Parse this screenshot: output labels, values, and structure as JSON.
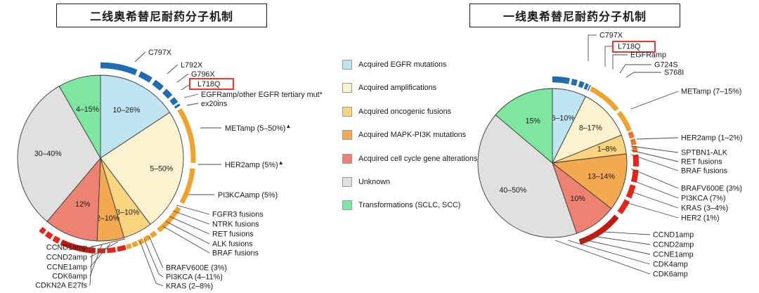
{
  "titles": {
    "left": "二线奥希替尼耐药分子机制",
    "right": "一线奥希替尼耐药分子机制"
  },
  "legend": {
    "items": [
      {
        "label": "Acquired EGFR mutations",
        "color": "#BFE4F2"
      },
      {
        "label": "Acquired amplifications",
        "color": "#FBF3D0"
      },
      {
        "label": "Acquired oncogenic fusions",
        "color": "#F8D57E"
      },
      {
        "label": "Acquired MAPK-PI3K mutations",
        "color": "#F2A950"
      },
      {
        "label": "Acquired cell cycle gene alterations",
        "color": "#EE8272"
      },
      {
        "label": "Unknown",
        "color": "#E0E0E0"
      },
      {
        "label": "Transformations (SCLC, SCC)",
        "color": "#7FE6A0"
      }
    ]
  },
  "chart_data": [
    {
      "type": "pie",
      "title": "二线奥希替尼耐药分子机制",
      "id": "second-line",
      "categories": [
        "Acquired EGFR mutations",
        "Acquired amplifications",
        "Acquired oncogenic fusions",
        "Acquired MAPK-PI3K mutations",
        "Acquired cell cycle gene alterations",
        "Unknown",
        "Transformations (SCLC, SCC)"
      ],
      "values": [
        18,
        27.5,
        6.5,
        6,
        12,
        35,
        9.5
      ],
      "slice_labels": [
        "10–26%",
        "5–50%",
        "3–10%",
        "2–10%",
        "12%",
        "30–40%",
        "4–15%"
      ],
      "colors": [
        "#BFE4F2",
        "#FBF3D0",
        "#F8D57E",
        "#F2A950",
        "#EE8272",
        "#E0E0E0",
        "#7FE6A0"
      ],
      "annotations": {
        "egfr": [
          "C797X",
          "L792X",
          "G796X",
          "L718Q",
          "EGFRamp/other EGFR tertiary mut*",
          "ex20ins"
        ],
        "egfr_highlight": "L718Q",
        "amplifications": [
          "METamp (5–50%)",
          "HER2amp (5%)",
          "PI3KCAamp (5%)"
        ],
        "amplifications_marker": [
          "▲",
          "▲",
          ""
        ],
        "fusions": [
          "FGFR3 fusions",
          "NTRK fusions",
          "RET fusions",
          "ALK fusions",
          "BRAF fusions"
        ],
        "mapk": [
          "BRAFV600E (3%)",
          "PI3KCA (4–11%)",
          "KRAS (2–8%)"
        ],
        "cellcycle": [
          "CCND1amp",
          "CCND2amp",
          "CCNE1amp",
          "CDK6amp",
          "CDKN2A E27fs"
        ]
      }
    },
    {
      "type": "pie",
      "title": "一线奥希替尼耐药分子机制",
      "id": "first-line",
      "categories": [
        "Acquired EGFR mutations",
        "Acquired amplifications",
        "Acquired oncogenic fusions",
        "Acquired MAPK-PI3K mutations",
        "Acquired cell cycle gene alterations",
        "Unknown",
        "Transformations (SCLC, SCC)"
      ],
      "values": [
        8,
        12.5,
        4.5,
        13.5,
        10,
        45,
        15
      ],
      "slice_labels": [
        "6–10%",
        "8–17%",
        "1–8%",
        "13–14%",
        "10%",
        "40–50%",
        "15%"
      ],
      "colors": [
        "#BFE4F2",
        "#FBF3D0",
        "#F8D57E",
        "#F2A950",
        "#EE8272",
        "#E0E0E0",
        "#7FE6A0"
      ],
      "annotations": {
        "egfr": [
          "C797X",
          "L718Q",
          "EGFRamp",
          "G724S",
          "S768I"
        ],
        "egfr_highlight": "L718Q",
        "amplifications": [
          "METamp (7–15%)",
          "HER2amp (1–2%)"
        ],
        "fusions": [
          "SPTBN1-ALK",
          "RET fusions",
          "BRAF fusions"
        ],
        "mapk": [
          "BRAFV600E (3%)",
          "PI3KCA (7%)",
          "KRAS (3–4%)",
          "HER2 (1%)"
        ],
        "cellcycle": [
          "CCND1amp",
          "CCND2amp",
          "CCNE1amp",
          "CDK4amp",
          "CDK6amp"
        ]
      }
    }
  ],
  "arc_colors": {
    "egfr_arc": "#1F6BB5",
    "amp_arc": "#F0A32C",
    "fusion_arc": "#F0A32C",
    "mapk_arc": "#F0732C",
    "cellcycle_arc": "#E82317",
    "cellcycle_arc_dark": "#C21A10"
  }
}
